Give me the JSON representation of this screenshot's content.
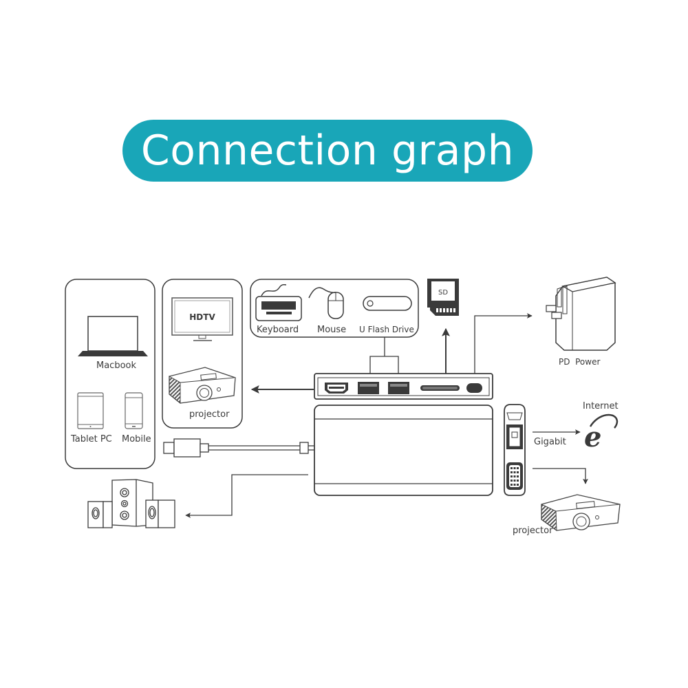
{
  "title": "Connection graph",
  "colors": {
    "title_bg": "#19a6b8",
    "title_text": "#ffffff",
    "line": "#3a3a3a",
    "background": "#ffffff"
  },
  "source_devices": {
    "items": [
      {
        "label": "Macbook",
        "icon": "laptop-icon"
      },
      {
        "label": "Tablet PC",
        "icon": "tablet-icon"
      },
      {
        "label": "Mobile",
        "icon": "mobile-icon"
      }
    ]
  },
  "display_outputs": {
    "items": [
      {
        "label": "HDTV",
        "icon": "tv-icon"
      },
      {
        "label": "projector",
        "icon": "projector-icon"
      }
    ]
  },
  "usb_peripherals": {
    "items": [
      {
        "label": "Keyboard",
        "icon": "keyboard-icon"
      },
      {
        "label": "Mouse",
        "icon": "mouse-icon"
      },
      {
        "label": "U Flash Drive",
        "icon": "flash-drive-icon"
      }
    ]
  },
  "sd_card": {
    "label": "SD",
    "icon": "sd-card-icon"
  },
  "power": {
    "label": "PD  Power",
    "icon": "power-adapter-icon"
  },
  "network": {
    "label": "Internet",
    "link_label": "Gigabit",
    "icon": "internet-explorer-icon"
  },
  "vga_output": {
    "label": "projector",
    "icon": "projector-icon"
  },
  "audio": {
    "icon": "speakers-icon"
  },
  "hub_ports": [
    "HDMI",
    "USB-A",
    "USB-A",
    "SD/TF",
    "USB-C PD"
  ],
  "side_ports": [
    "RJ45",
    "VGA"
  ]
}
